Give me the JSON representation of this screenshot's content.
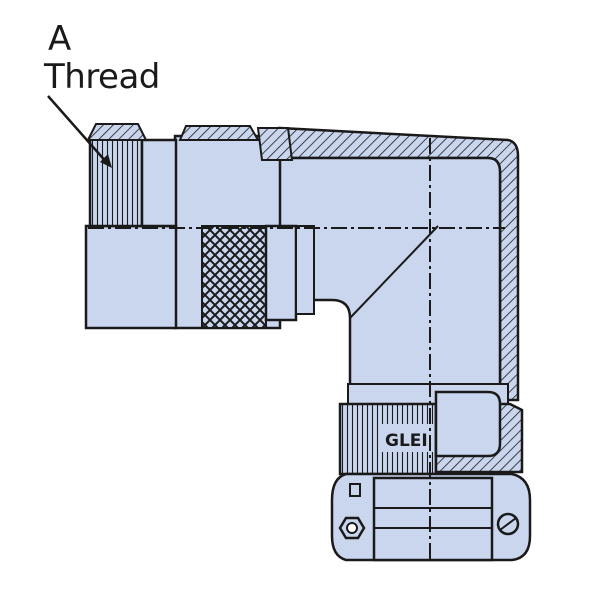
{
  "callout": {
    "line1": "A",
    "line2": "Thread"
  },
  "stamp_text": "GLEI",
  "colors": {
    "body_fill": "#c9d6ee",
    "outline": "#1a1a1a",
    "hatch": "#1a1a1a",
    "background": "#ffffff"
  }
}
